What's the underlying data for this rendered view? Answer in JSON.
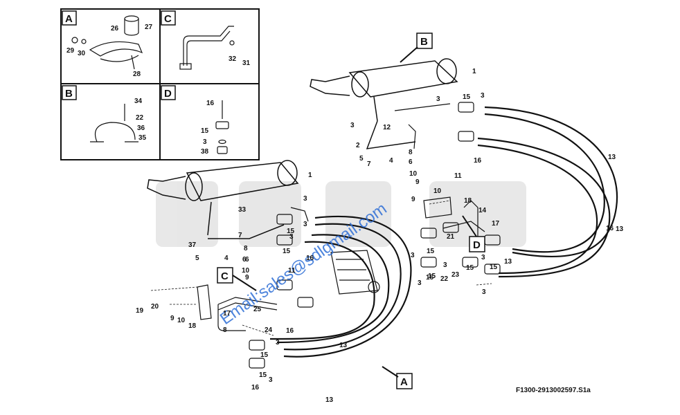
{
  "figure_ref": "F1300-2913002597.S1a",
  "watermark": "Email:sales@sdlgmail.com",
  "detail_boxes": [
    {
      "letter": "A",
      "parts": [
        "26",
        "27",
        "29",
        "30",
        "28"
      ]
    },
    {
      "letter": "C",
      "parts": [
        "32",
        "31"
      ]
    },
    {
      "letter": "B",
      "parts": [
        "34",
        "22",
        "36",
        "35"
      ]
    },
    {
      "letter": "D",
      "parts": [
        "16",
        "15",
        "3",
        "38"
      ]
    }
  ],
  "callouts": [
    "B",
    "C",
    "D",
    "A"
  ],
  "part_labels": [
    "1",
    "3",
    "15",
    "3",
    "3",
    "12",
    "7",
    "2",
    "8",
    "6",
    "5",
    "4",
    "10",
    "9",
    "11",
    "16",
    "13",
    "1",
    "3",
    "33",
    "3",
    "7",
    "6",
    "15",
    "37",
    "8",
    "6",
    "5",
    "4",
    "10",
    "9",
    "11",
    "16",
    "3",
    "15",
    "20",
    "19",
    "9",
    "10",
    "18",
    "17",
    "25",
    "24",
    "16",
    "8",
    "15",
    "15",
    "3",
    "3",
    "16",
    "13",
    "13",
    "10",
    "9",
    "18",
    "14",
    "17",
    "21",
    "3",
    "15",
    "15",
    "3",
    "3",
    "15",
    "22",
    "23",
    "15",
    "3",
    "16",
    "13",
    "13",
    "3",
    "15",
    "15"
  ],
  "colors": {
    "line": "#111111",
    "watermark": "#2f6fd6",
    "logo_gray": "#dddddd"
  }
}
